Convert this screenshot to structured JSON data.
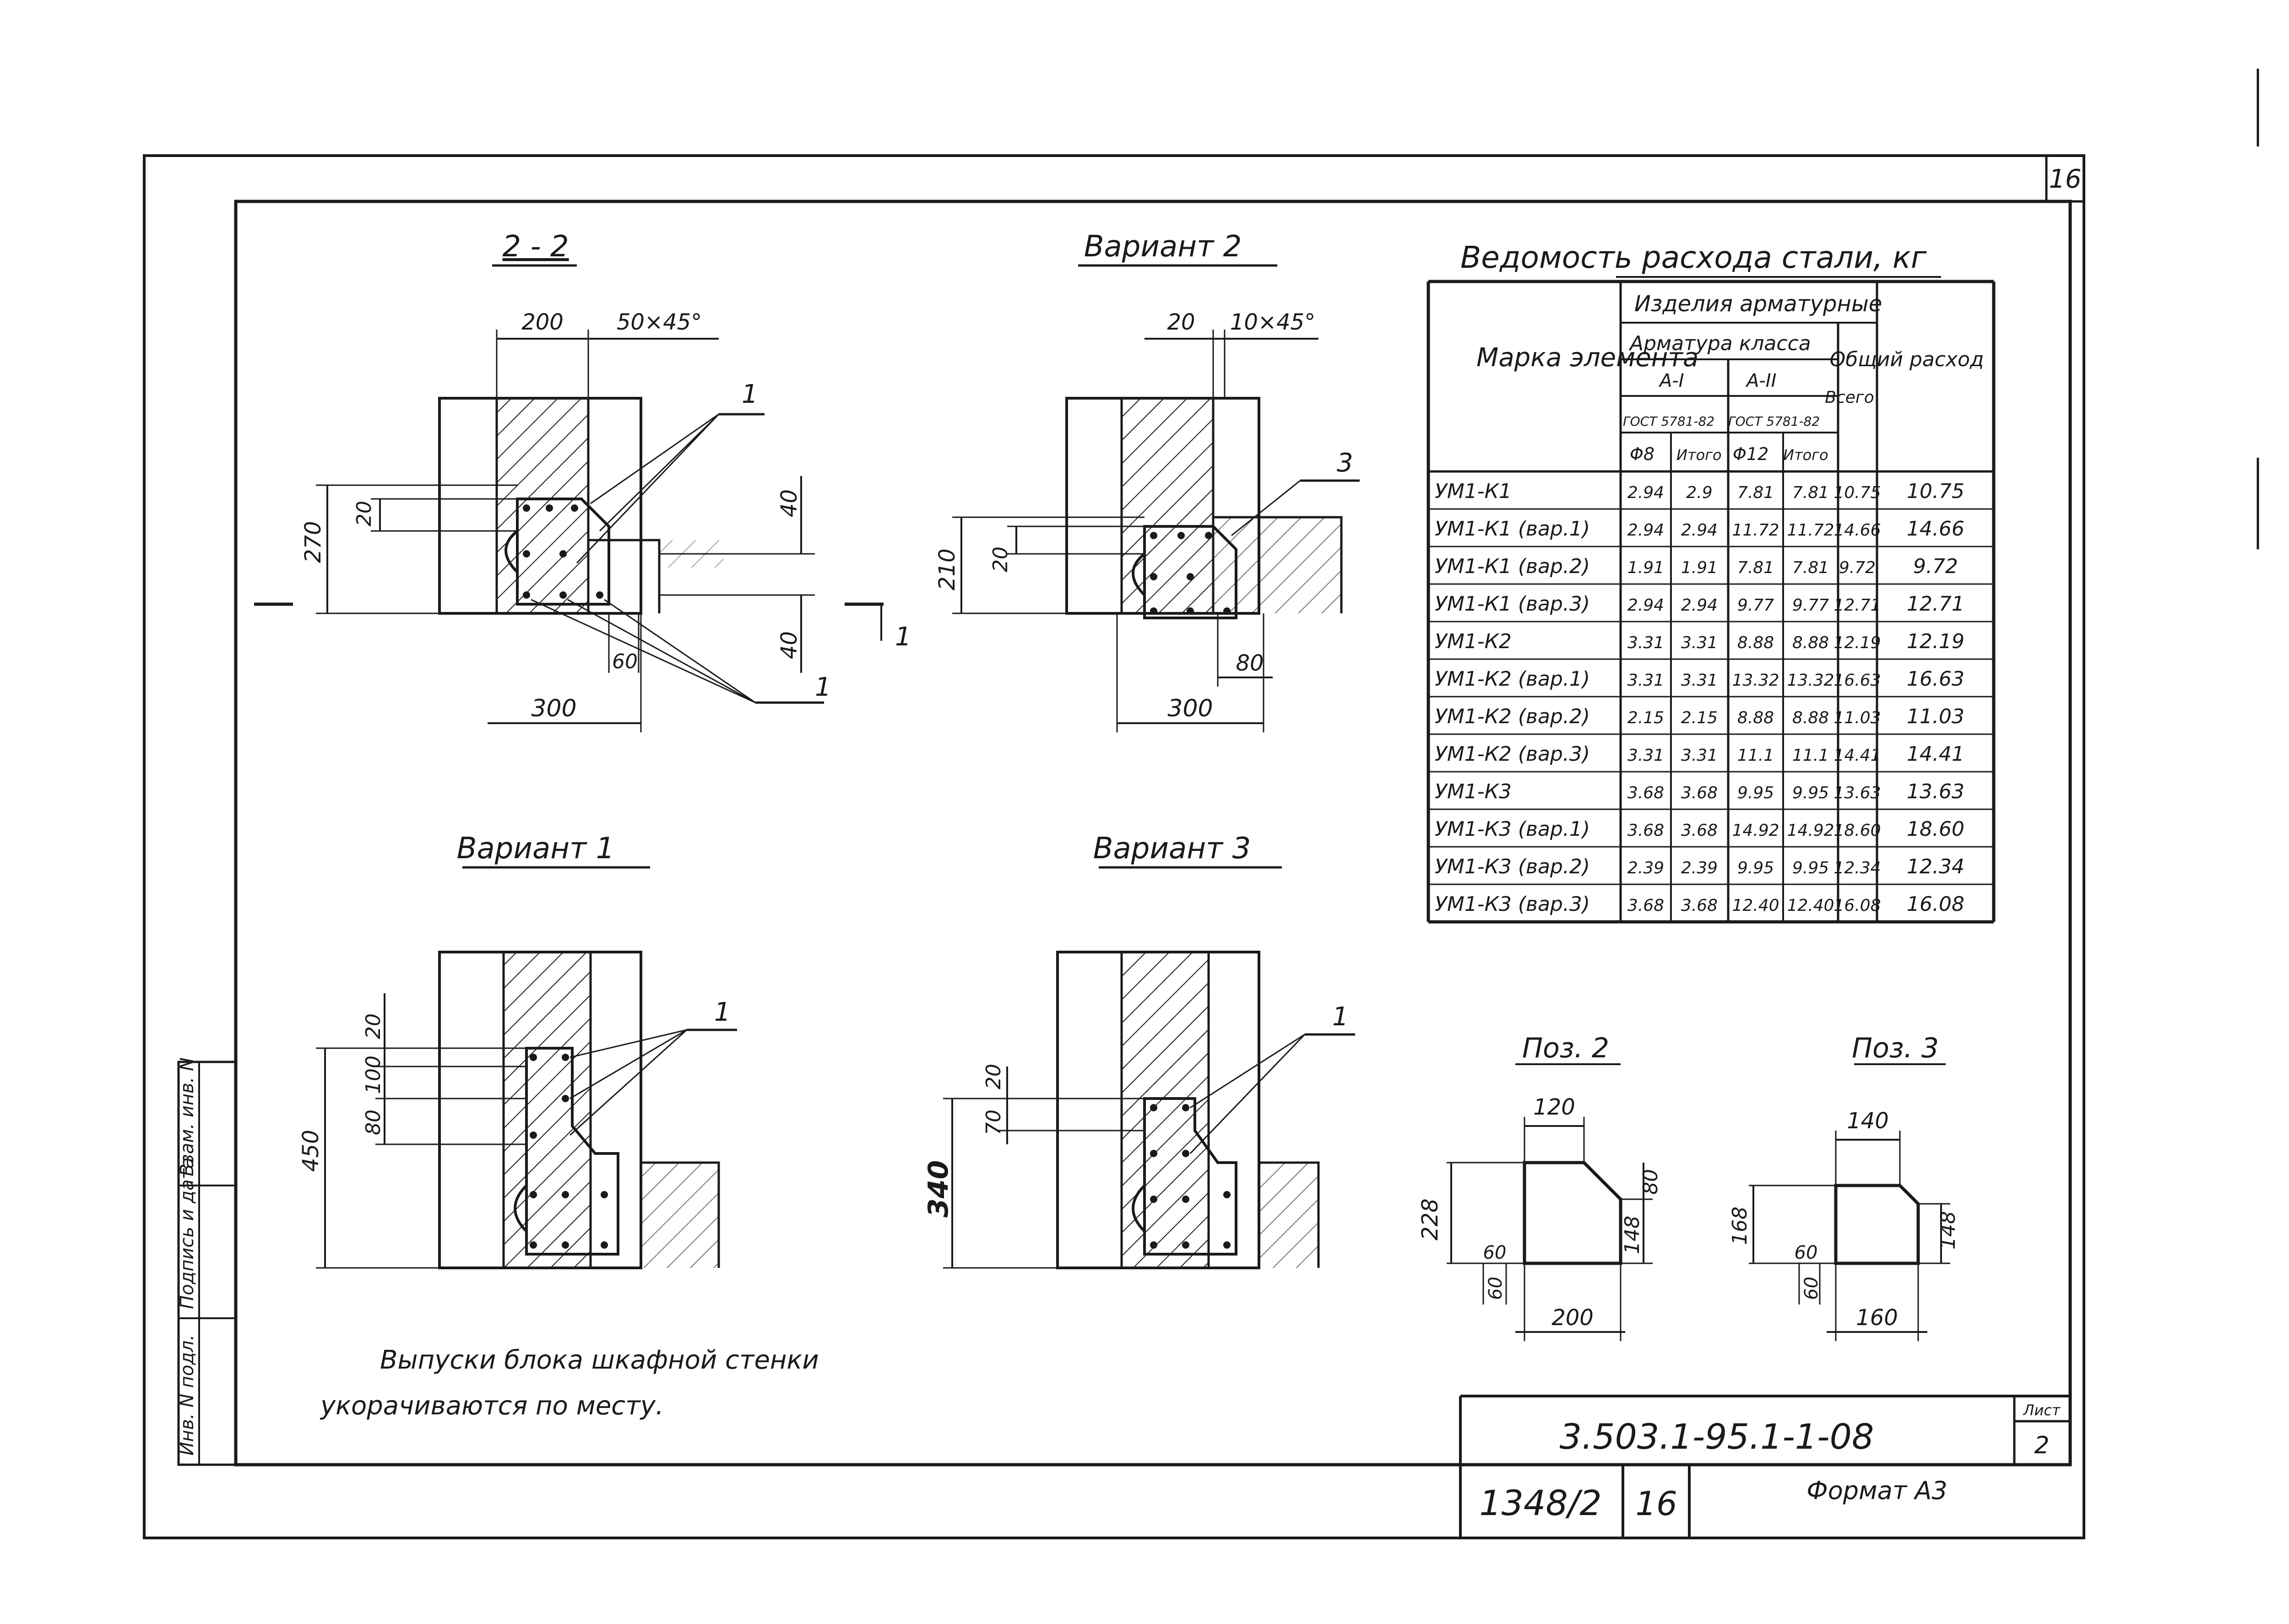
{
  "sheet_number": "16",
  "views": {
    "section_2_2": {
      "title": "2 - 2",
      "dims": {
        "width_200": "200",
        "chamfer": "50×45°",
        "h_270": "270",
        "s_20": "20",
        "d_40_top": "40",
        "d_40_bot": "40",
        "d_60": "60",
        "w_300": "300"
      },
      "callout_top": "1",
      "callout_bottom": "1",
      "section_mark": "1"
    },
    "variant_2": {
      "title": "Вариант 2",
      "dims": {
        "width_20": "20",
        "chamfer": "10×45°",
        "h_210": "210",
        "s_20": "20",
        "d_80": "80",
        "w_300": "300"
      },
      "callout": "3"
    },
    "variant_1": {
      "title": "Вариант 1",
      "dims": {
        "d_20": "20",
        "d_100": "100",
        "d_80": "80",
        "h_450": "450"
      },
      "callout": "1"
    },
    "variant_3": {
      "title": "Вариант 3",
      "dims": {
        "d_20": "20",
        "d_70": "70",
        "h_340": "340"
      },
      "callout": "1"
    }
  },
  "steel_table": {
    "title": "Ведомость расхода стали, кг",
    "headers": {
      "mark": "Марка элемента",
      "products": "Изделия арматурные",
      "rebar_class": "Арматура класса",
      "a1": "A-I",
      "a2": "A-II",
      "gost1": "ГОСТ 5781-82",
      "gost2": "ГОСТ 5781-82",
      "d8": "Φ8",
      "itogo1": "Итого",
      "d12": "Φ12",
      "itogo2": "Итого",
      "vsego": "Всего",
      "total": "Общий расход"
    },
    "rows": [
      [
        "УМ1-К1",
        "2.94",
        "2.9",
        "7.81",
        "7.81",
        "10.75",
        "10.75"
      ],
      [
        "УМ1-К1 (вар.1)",
        "2.94",
        "2.94",
        "11.72",
        "11.72",
        "14.66",
        "14.66"
      ],
      [
        "УМ1-К1 (вар.2)",
        "1.91",
        "1.91",
        "7.81",
        "7.81",
        "9.72",
        "9.72"
      ],
      [
        "УМ1-К1 (вар.3)",
        "2.94",
        "2.94",
        "9.77",
        "9.77",
        "12.71",
        "12.71"
      ],
      [
        "УМ1-К2",
        "3.31",
        "3.31",
        "8.88",
        "8.88",
        "12.19",
        "12.19"
      ],
      [
        "УМ1-К2 (вар.1)",
        "3.31",
        "3.31",
        "13.32",
        "13.32",
        "16.63",
        "16.63"
      ],
      [
        "УМ1-К2 (вар.2)",
        "2.15",
        "2.15",
        "8.88",
        "8.88",
        "11.03",
        "11.03"
      ],
      [
        "УМ1-К2 (вар.3)",
        "3.31",
        "3.31",
        "11.1",
        "11.1",
        "14.41",
        "14.41"
      ],
      [
        "УМ1-К3",
        "3.68",
        "3.68",
        "9.95",
        "9.95",
        "13.63",
        "13.63"
      ],
      [
        "УМ1-К3 (вар.1)",
        "3.68",
        "3.68",
        "14.92",
        "14.92",
        "18.60",
        "18.60"
      ],
      [
        "УМ1-К3 (вар.2)",
        "2.39",
        "2.39",
        "9.95",
        "9.95",
        "12.34",
        "12.34"
      ],
      [
        "УМ1-К3 (вар.3)",
        "3.68",
        "3.68",
        "12.40",
        "12.40",
        "16.08",
        "16.08"
      ]
    ]
  },
  "pos2": {
    "title": "Поз. 2",
    "top": "120",
    "left": "228",
    "right_80": "80",
    "right_148": "148",
    "d60a": "60",
    "d60b": "60",
    "bottom": "200"
  },
  "pos3": {
    "title": "Поз. 3",
    "top": "140",
    "left": "168",
    "right": "148",
    "d60a": "60",
    "d60b": "60",
    "bottom": "160"
  },
  "note_line1": "Выпуски блока шкафной стенки",
  "note_line2": "укорачиваются по месту.",
  "side_stamp": [
    "Инв. N подл.",
    "Подпись и дата",
    "Взам. инв. N"
  ],
  "title_block": {
    "designation": "3.503.1-95.1-1-08",
    "list_label": "Лист",
    "list_number": "2",
    "code": "1348/2",
    "page": "16",
    "format": "Формат A3"
  }
}
